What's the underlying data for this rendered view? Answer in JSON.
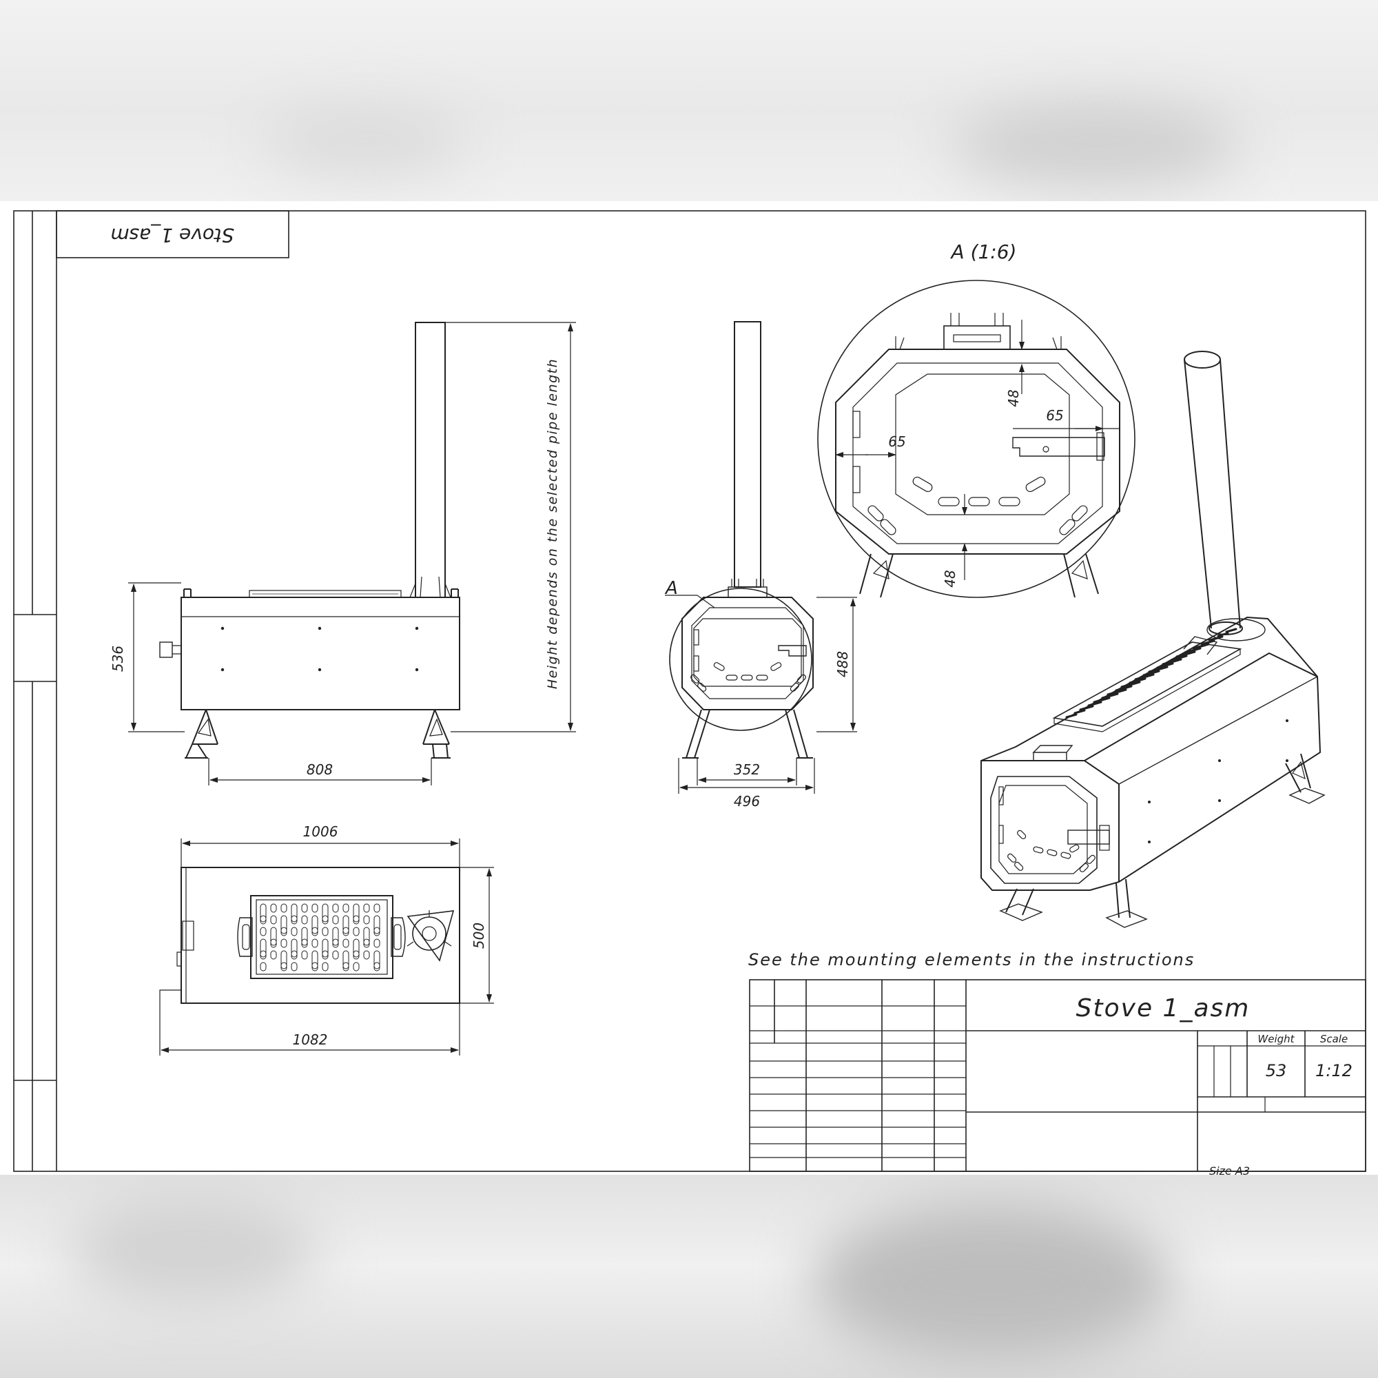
{
  "drawing": {
    "corner_stamp": "Stove 1_asm",
    "detail_label": "A (1:6)",
    "section_letter": "A",
    "pipe_note": "Height depends on the selected pipe length",
    "note": "See the mounting elements in the instructions",
    "size_label": "Size A3"
  },
  "dimensions": {
    "side_height": "536",
    "side_leg_span": "808",
    "front_leg_span": "352",
    "front_width": "496",
    "front_height": "488",
    "detail_top": "48",
    "detail_bottom": "48",
    "detail_left": "65",
    "detail_right": "65",
    "top_length": "1006",
    "top_overall": "1082",
    "top_width": "500"
  },
  "title_block": {
    "name": "Stove 1_asm",
    "weight_label": "Weight",
    "weight_value": "53",
    "scale_label": "Scale",
    "scale_value": "1:12"
  }
}
